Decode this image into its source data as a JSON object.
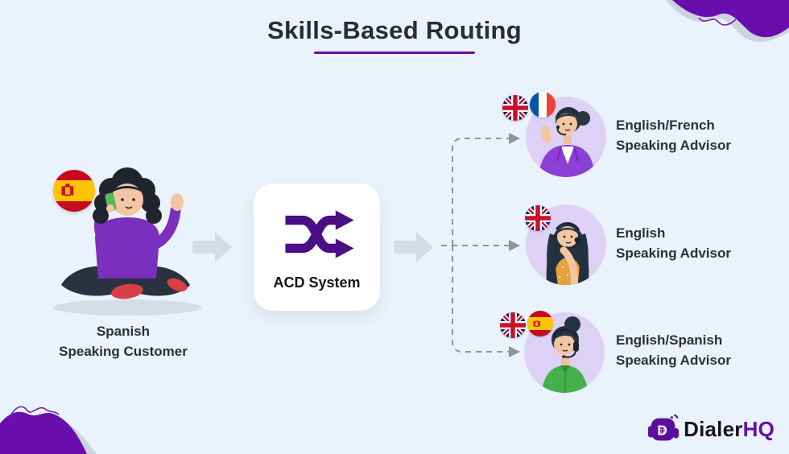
{
  "page": {
    "title": "Skills-Based Routing"
  },
  "customer": {
    "label_line1": "Spanish",
    "label_line2": "Speaking Customer",
    "flag_icon": "spain-flag-icon"
  },
  "acd_system": {
    "label": "ACD System",
    "icon": "shuffle-arrows-icon"
  },
  "advisors": [
    {
      "label_line1": "English/French",
      "label_line2": "Speaking Advisor",
      "flag_icons": [
        "uk-flag-icon",
        "france-flag-icon"
      ]
    },
    {
      "label_line1": "English",
      "label_line2": "Speaking Advisor",
      "flag_icons": [
        "uk-flag-icon"
      ]
    },
    {
      "label_line1": "English/Spanish",
      "label_line2": "Speaking Advisor",
      "flag_icons": [
        "uk-flag-icon",
        "spain-flag-icon"
      ]
    }
  ],
  "logo": {
    "brand_primary": "Dialer",
    "brand_accent": "HQ"
  },
  "colors": {
    "background": "#EAF2FB",
    "accent_purple": "#6A0DAD",
    "acd_icon_purple": "#4B0E86",
    "title_text": "#2B2B33",
    "body_text": "#2F2F38",
    "block_arrow_gray": "#D5DCE6",
    "dashed_line_gray": "#8E959E",
    "avatar_background": "#DDD2F6",
    "card_background": "#FFFFFF"
  }
}
